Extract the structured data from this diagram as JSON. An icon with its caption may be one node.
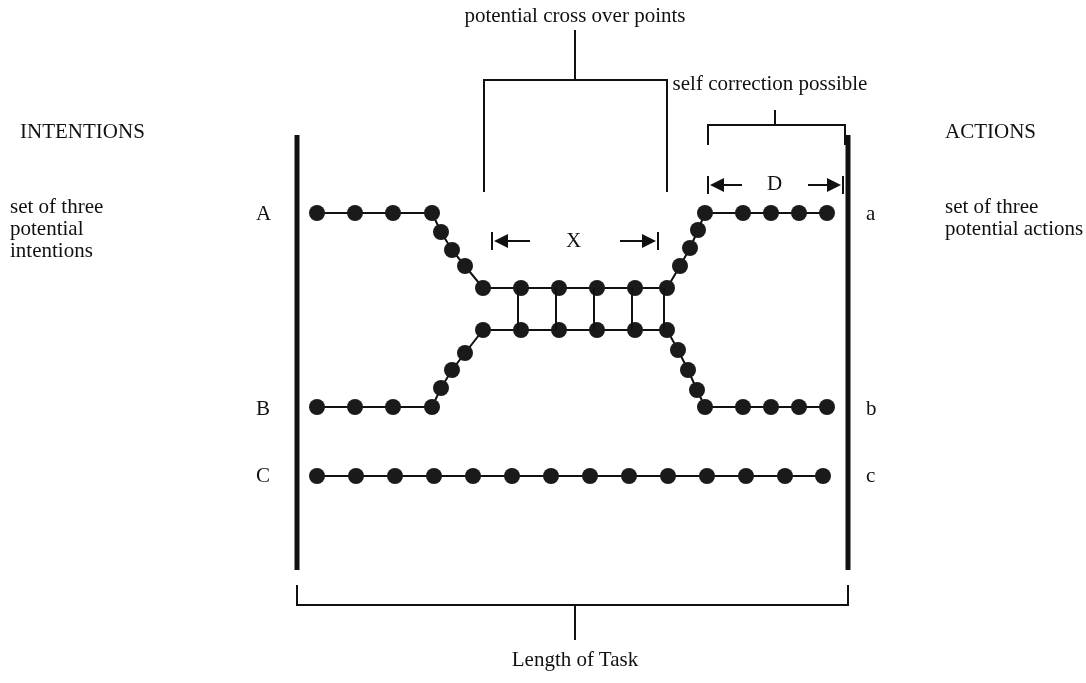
{
  "diagram": {
    "labels": [
      "potential cross over points",
      "self correction possible",
      "INTENTIONS",
      "ACTIONS",
      "set of three potential intentions",
      "A",
      "a",
      "set of three potential actions",
      "D",
      "X",
      "B",
      "b",
      "C",
      "c",
      "Length of Task"
    ]
  }
}
